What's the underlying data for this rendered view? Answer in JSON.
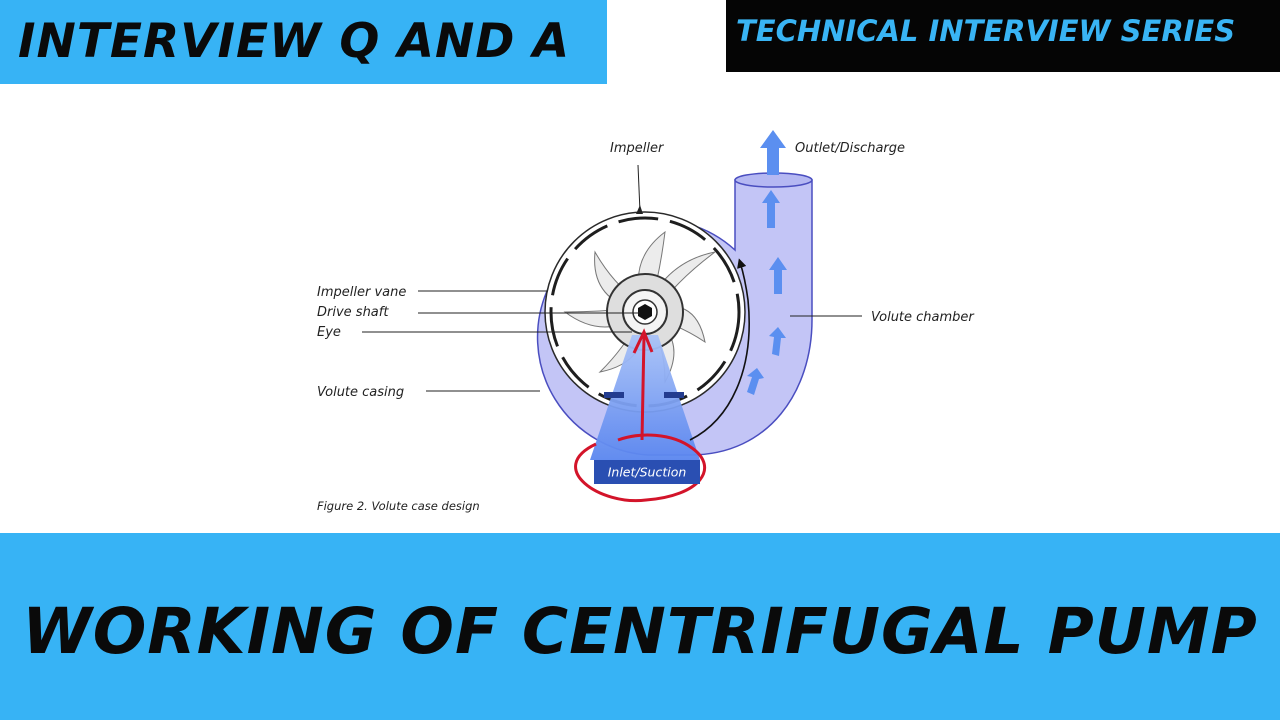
{
  "header": {
    "left_title": "INTERVIEW Q AND A",
    "right_title": "TECHNICAL INTERVIEW SERIES"
  },
  "diagram": {
    "labels": {
      "impeller": "Impeller",
      "outlet": "Outlet/Discharge",
      "impeller_vane": "Impeller vane",
      "drive_shaft": "Drive shaft",
      "eye": "Eye",
      "volute_chamber": "Volute chamber",
      "volute_casing": "Volute casing",
      "inlet": "Inlet/Suction"
    },
    "caption": "Figure 2. Volute case design"
  },
  "footer": {
    "title": "WORKING OF CENTRIFUGAL PUMP"
  },
  "colors": {
    "banner_blue": "#37b3f5",
    "banner_black": "#050505",
    "casing_lavender": "#c3c5f6",
    "flow_blue": "#5b8ff0",
    "annotation_red": "#d3142a",
    "inlet_box": "#2a4fb2"
  }
}
